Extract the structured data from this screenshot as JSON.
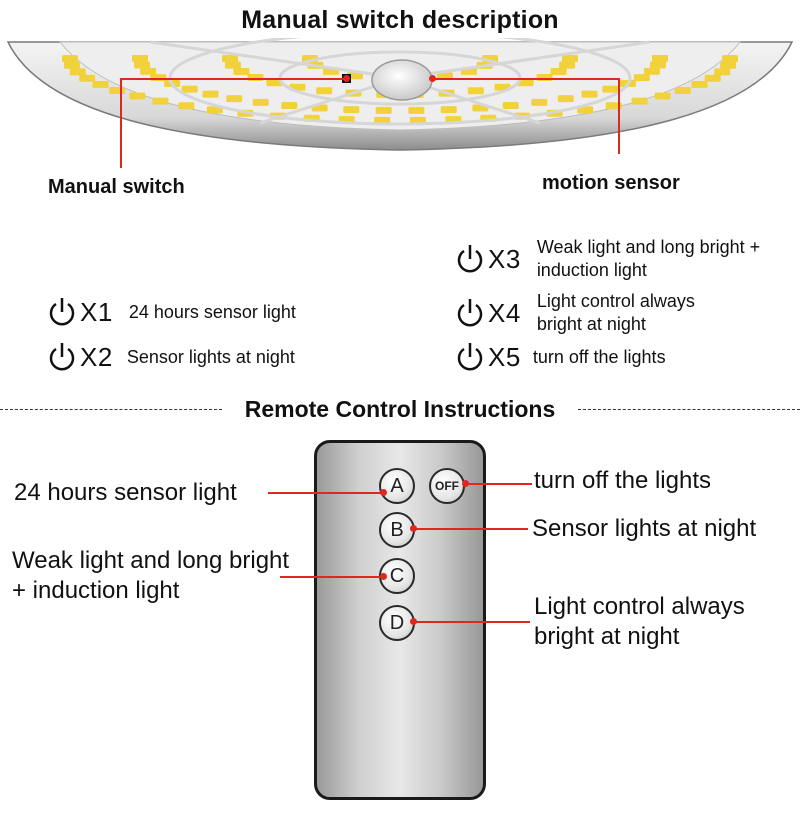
{
  "top": {
    "title": "Manual switch description",
    "manual_switch_label": "Manual switch",
    "motion_sensor_label": "motion sensor"
  },
  "modes": [
    {
      "count": "X1",
      "text": "24 hours sensor light"
    },
    {
      "count": "X2",
      "text": "Sensor lights at night"
    },
    {
      "count": "X3",
      "text": "Weak light and long bright + induction light"
    },
    {
      "count": "X4",
      "text": "Light control always bright at night"
    },
    {
      "count": "X5",
      "text": "turn off the lights"
    }
  ],
  "remote_section": {
    "title": "Remote Control Instructions",
    "buttons": {
      "a": "A",
      "off": "OFF",
      "b": "B",
      "c": "C",
      "d": "D"
    },
    "labels": {
      "a": "24 hours sensor light",
      "c": "Weak light and long bright + induction light",
      "off": "turn off the lights",
      "b": "Sensor lights at night",
      "d": "Light control always bright at night"
    }
  },
  "colors": {
    "accent_red": "#e0261f",
    "led_yellow": "#f2d23a"
  },
  "icons": [
    "power-icon"
  ]
}
